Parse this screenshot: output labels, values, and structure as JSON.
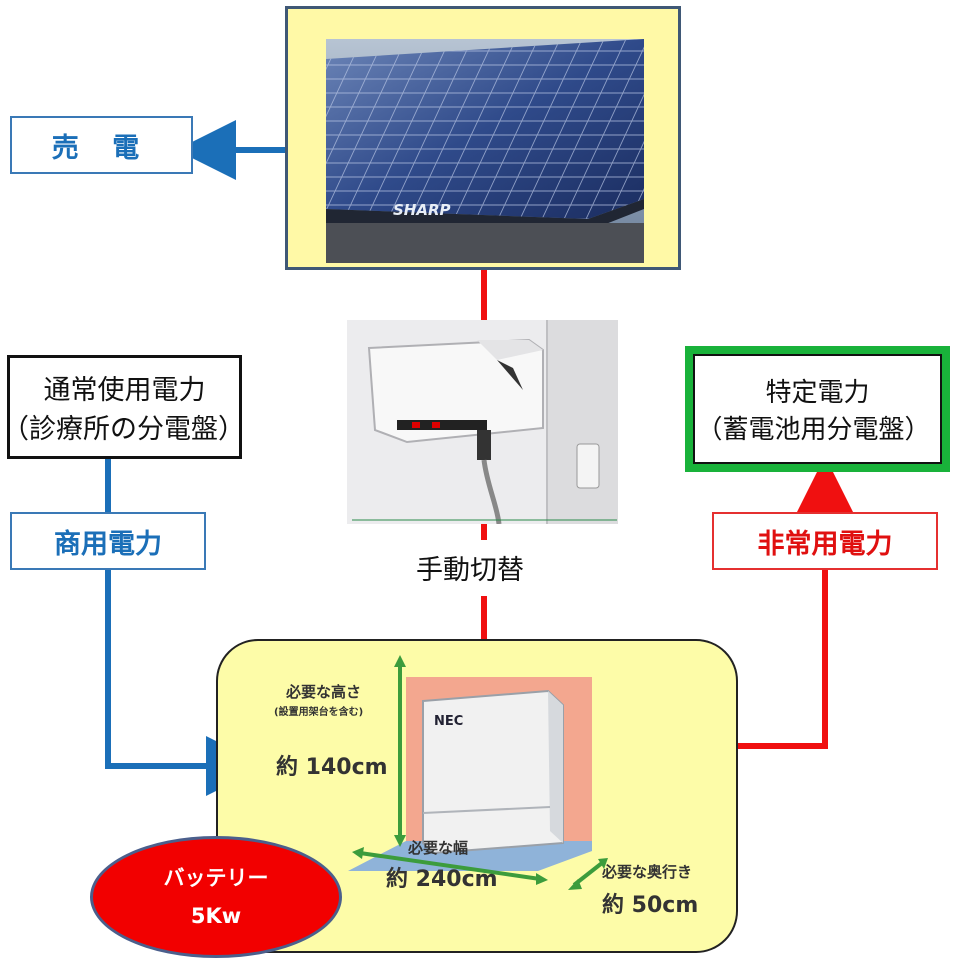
{
  "solar_panel": {
    "brand": "SHARP"
  },
  "sell_box": {
    "label": "売 電"
  },
  "normal_power": {
    "line1": "通常使用電力",
    "line2": "（診療所の分電盤）"
  },
  "special_power": {
    "line1": "特定電力",
    "line2": "（蓄電池用分電盤）"
  },
  "commercial_power": {
    "label": "商用電力"
  },
  "emergency_power": {
    "label": "非常用電力"
  },
  "manual_switch": {
    "label": "手動切替"
  },
  "battery_unit": {
    "brand": "NEC",
    "height_label": "必要な高さ",
    "height_note": "(設置用架台を含む)",
    "height_value": "約 140cm",
    "width_label": "必要な幅",
    "width_value": "約 240cm",
    "depth_label": "必要な奥行き",
    "depth_value": "約 50cm"
  },
  "battery_badge": {
    "line1": "バッテリー",
    "line2": "5Kw"
  },
  "colors": {
    "commercial": "#1b6fb8",
    "emergency": "#f01010",
    "special_border": "#19b23a",
    "panel_frame": "#fff9a6",
    "battery_area": "#fdfca8"
  }
}
